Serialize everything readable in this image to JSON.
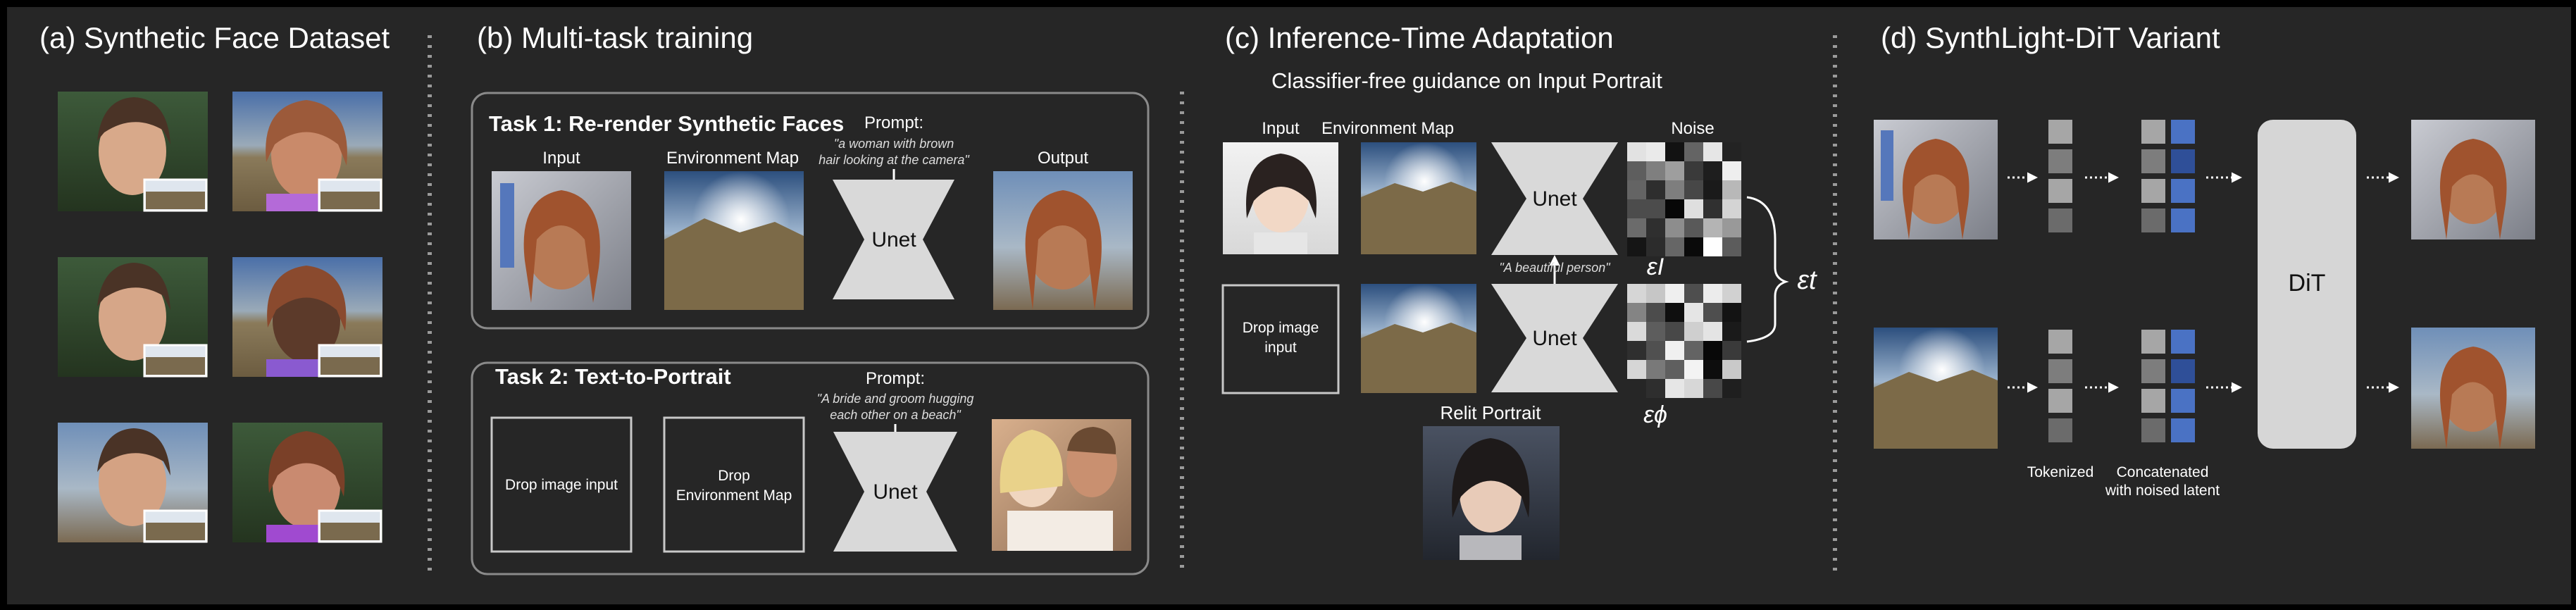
{
  "colors": {
    "background": "#262626",
    "text": "#ffffff",
    "panel_border": "#8a8a8a",
    "unet_fill": "#d9d9d9",
    "token_gray": "#a6a6a6",
    "token_blue": "#4a72c4",
    "dit_fill": "#d6d6d6"
  },
  "panel_a": {
    "title": "(a) Synthetic Face Dataset"
  },
  "panel_b": {
    "title": "(b) Multi-task training",
    "task1": {
      "title": "Task 1: Re-render Synthetic Faces",
      "input_label": "Input",
      "envmap_label": "Environment Map",
      "prompt_label": "Prompt:",
      "prompt_line1": "\"a woman with brown",
      "prompt_line2": "hair looking at the camera\"",
      "unet_label": "Unet",
      "output_label": "Output"
    },
    "task2": {
      "title": "Task 2: Text-to-Portrait",
      "prompt_label": "Prompt:",
      "prompt_line1": "\"A bride and groom hugging",
      "prompt_line2": "each other on a beach\"",
      "drop_input": "Drop image input",
      "drop_env_line1": "Drop",
      "drop_env_line2": "Environment Map",
      "unet_label": "Unet"
    }
  },
  "panel_c": {
    "title": "(c) Inference-Time Adaptation",
    "subtitle": "Classifier-free guidance on Input Portrait",
    "input_label": "Input",
    "envmap_label": "Environment Map",
    "noise_label": "Noise",
    "unet_top": "Unet",
    "unet_bottom": "Unet",
    "prompt": "\"A beautiful person\"",
    "drop_line1": "Drop image",
    "drop_line2": "input",
    "eps_I": "εI",
    "eps_phi": "εϕ",
    "eps_t": "εt",
    "relit_label": "Relit Portrait"
  },
  "panel_d": {
    "title": "(d) SynthLight-DiT Variant",
    "dit_label": "DiT",
    "tokenized_label": "Tokenized",
    "concat_line1": "Concatenated",
    "concat_line2": "with noised latent"
  }
}
